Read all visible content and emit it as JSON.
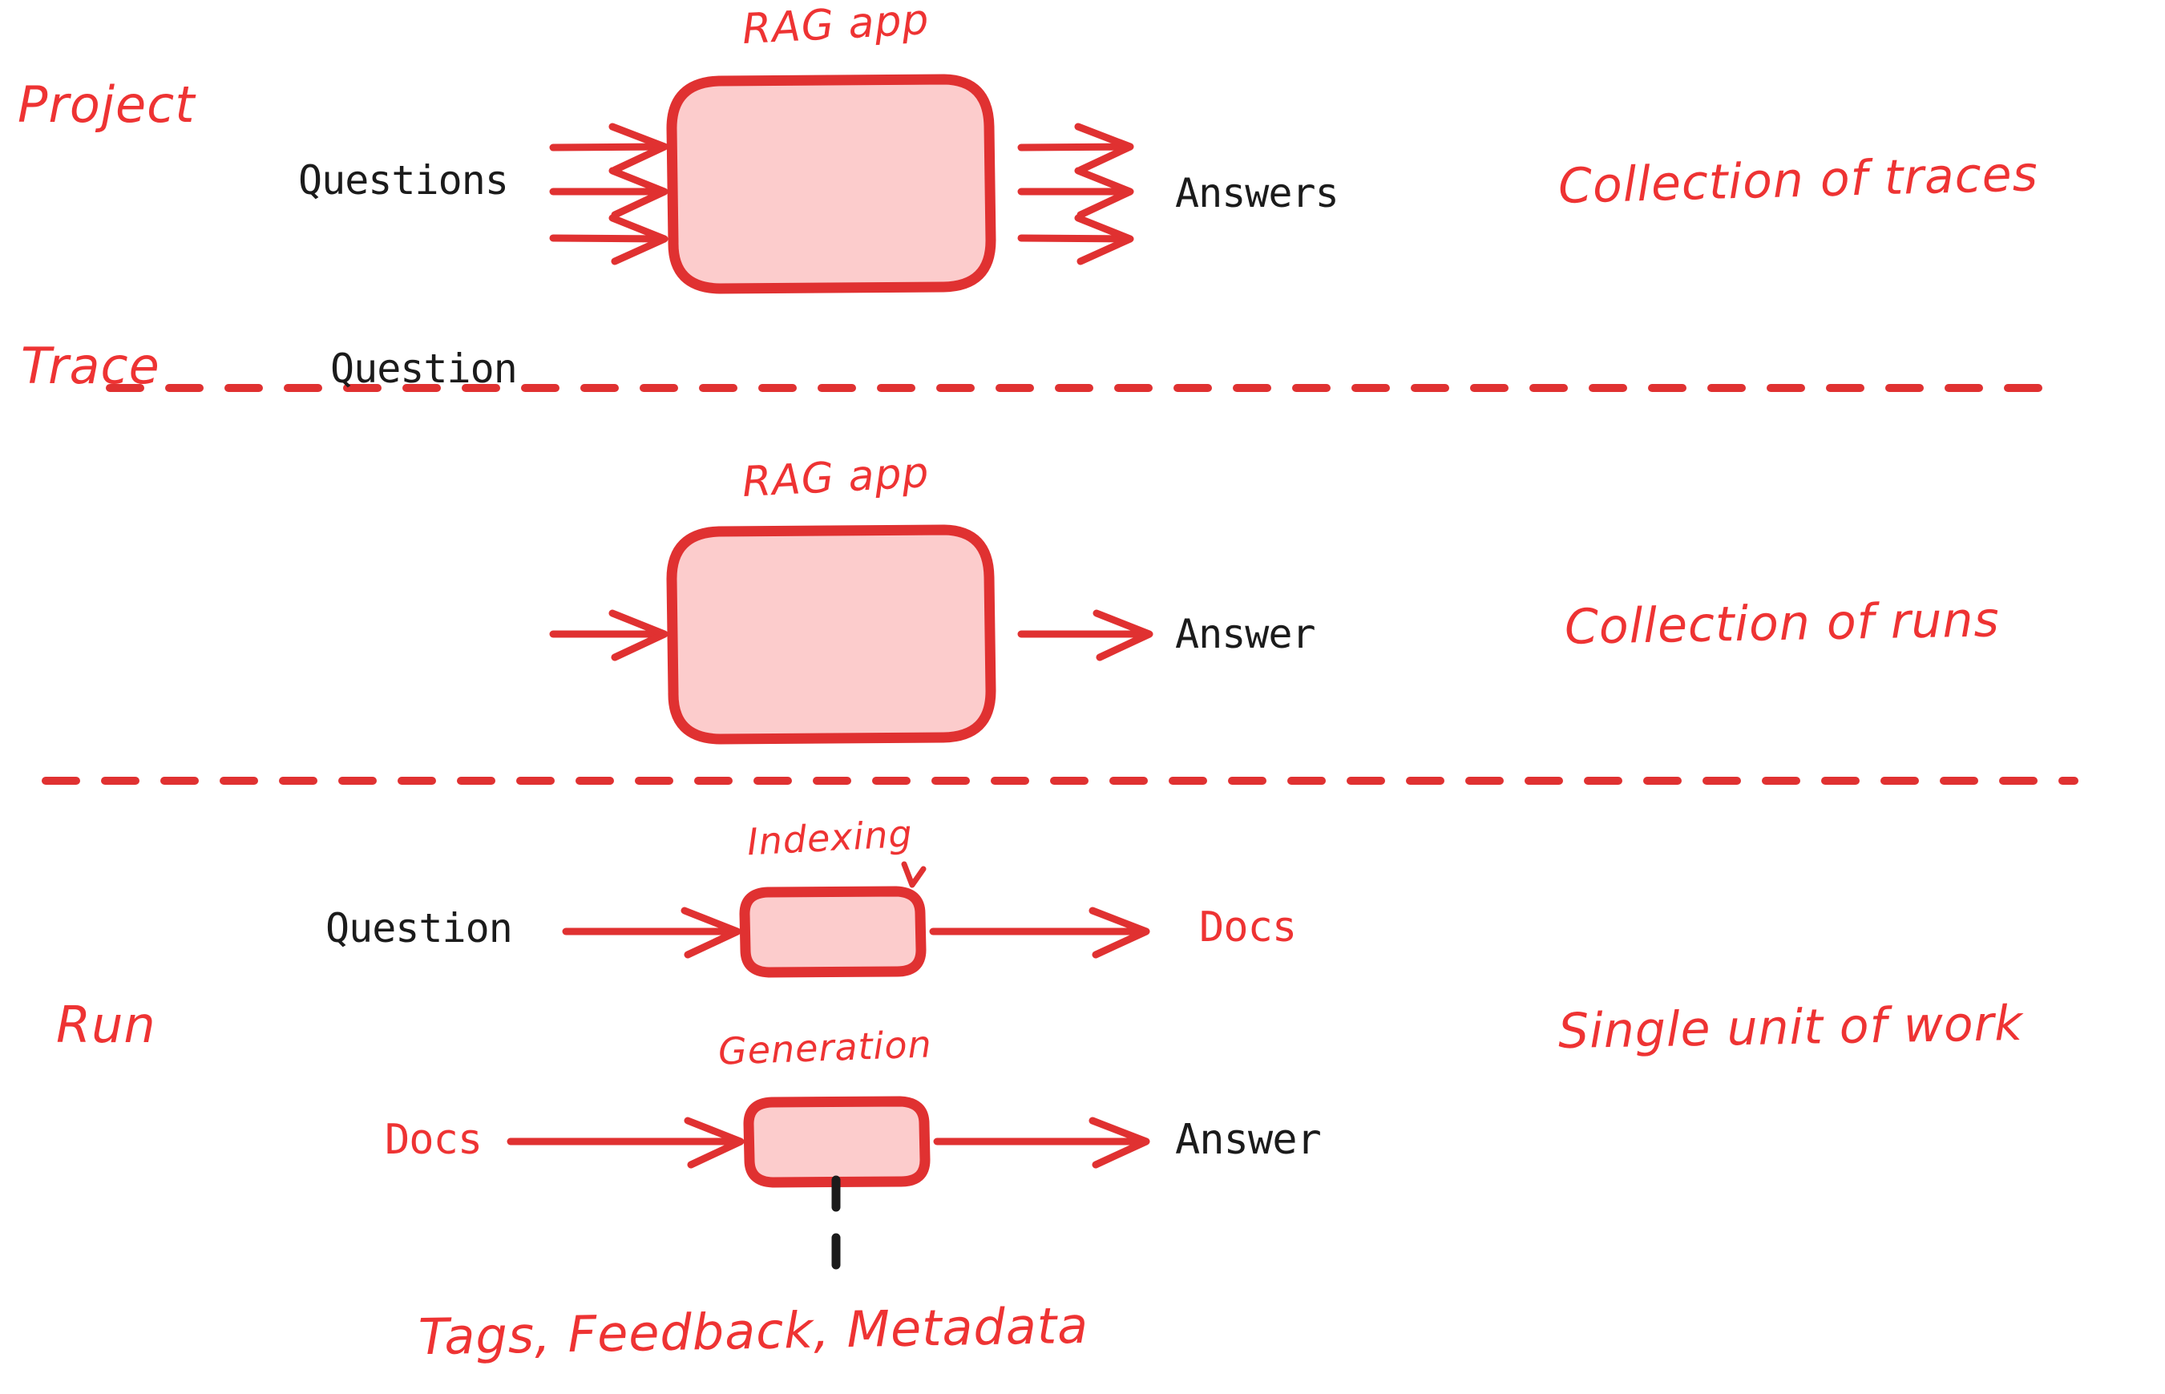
{
  "diagram": {
    "title": "LangSmith tracing hierarchy: Project / Trace / Run",
    "colors": {
      "accent_red": "#e03131",
      "marker_red": "#e33434",
      "box_fill": "#fccccc",
      "text_black": "#1b1b1b",
      "background": "#ffffff"
    },
    "sections": [
      {
        "id": "project",
        "left_label": "Project",
        "right_label": "Collection of traces",
        "box_label": "RAG app",
        "input_label": "Questions",
        "output_label": "Answers",
        "input_arrow_count": 3,
        "output_arrow_count": 3
      },
      {
        "id": "trace",
        "left_label": "Trace",
        "right_label": "Collection of runs",
        "box_label": "RAG app",
        "input_label": "Question",
        "output_label": "Answer",
        "input_arrow_count": 1,
        "output_arrow_count": 1
      },
      {
        "id": "run",
        "left_label": "Run",
        "right_label": "Single unit of work",
        "rows": [
          {
            "box_label": "Indexing",
            "input_label": "Question",
            "output_label": "Docs"
          },
          {
            "box_label": "Generation",
            "input_label": "Docs",
            "output_label": "Answer"
          }
        ],
        "annotation": "Tags, Feedback, Metadata"
      }
    ],
    "separators": [
      {
        "id": "separator-project-trace",
        "style": "dashed"
      },
      {
        "id": "separator-trace-run",
        "style": "dashed"
      }
    ]
  }
}
